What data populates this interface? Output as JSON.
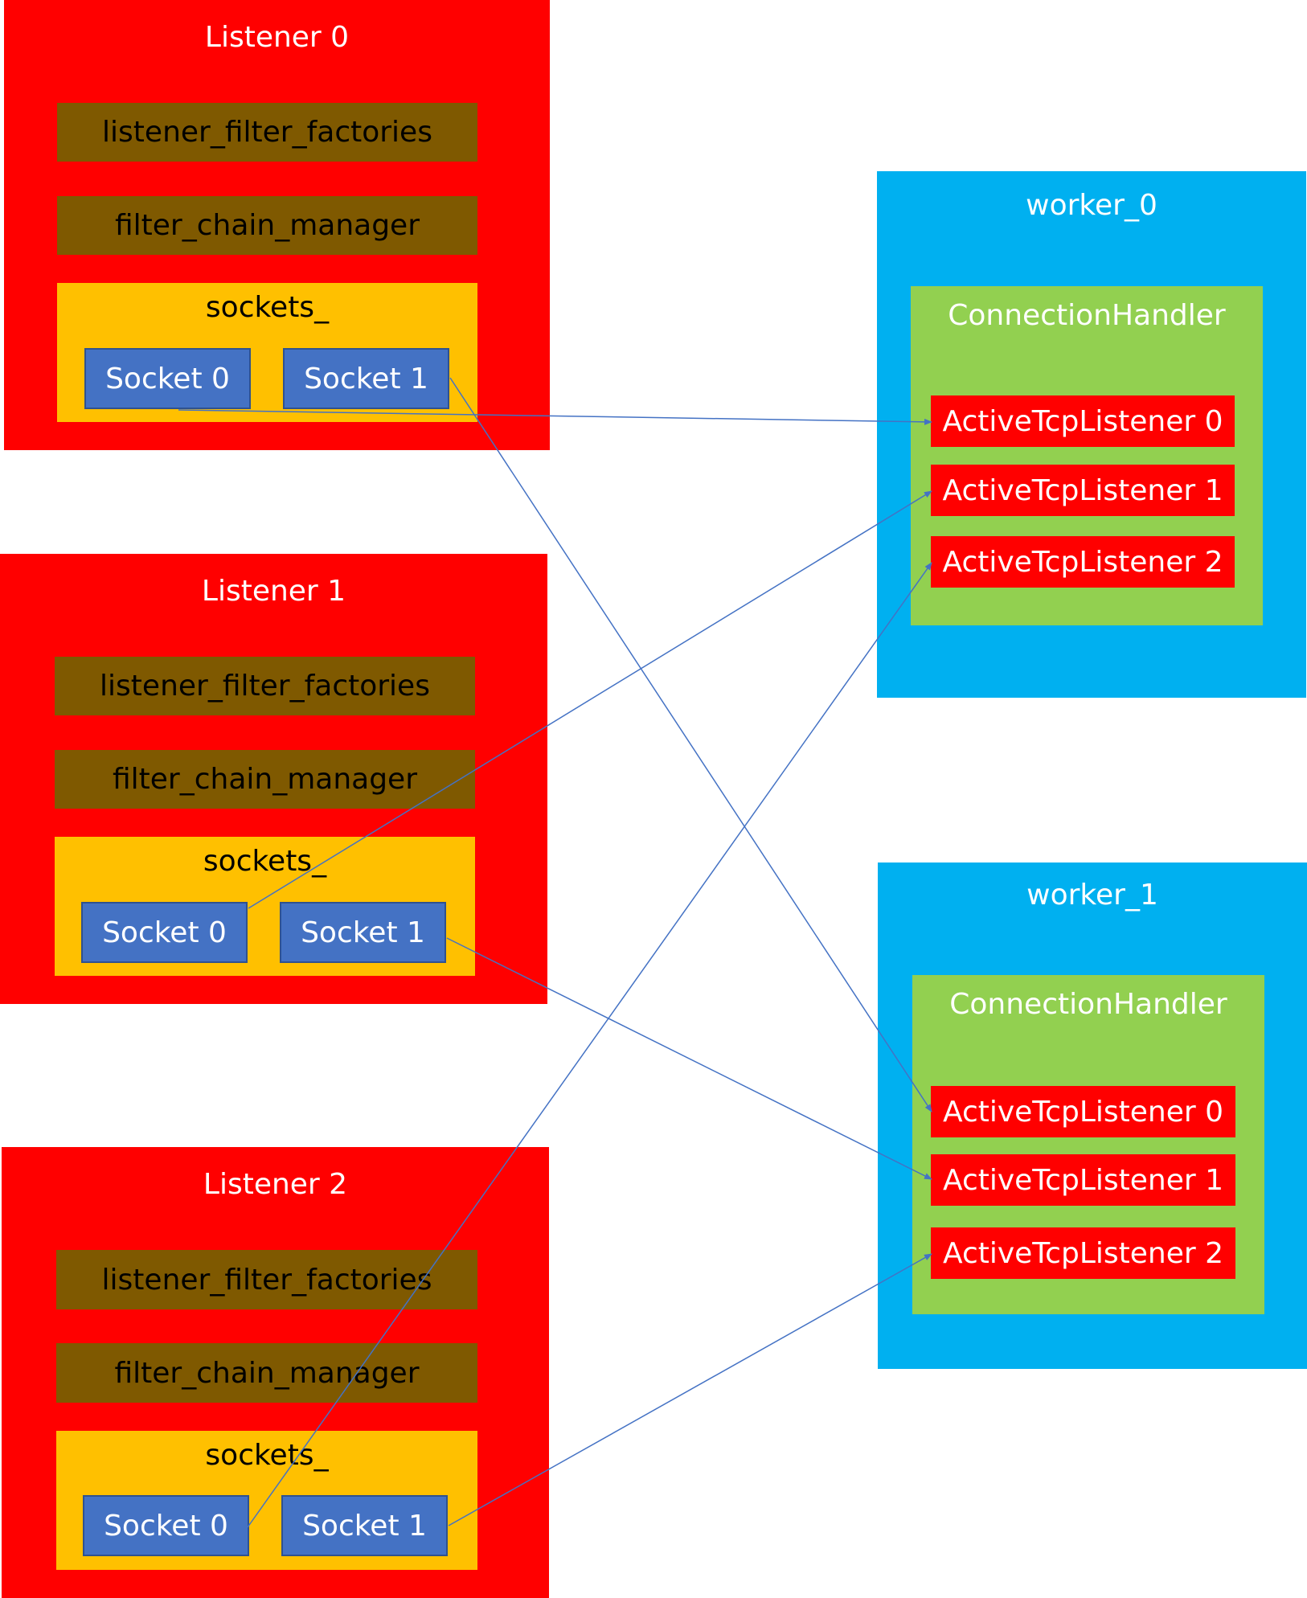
{
  "listeners": [
    {
      "title": "Listener 0",
      "filter_factories": "listener_filter_factories",
      "chain_manager": "filter_chain_manager",
      "sockets_label": "sockets_",
      "sockets": [
        "Socket 0",
        "Socket 1"
      ]
    },
    {
      "title": "Listener 1",
      "filter_factories": "listener_filter_factories",
      "chain_manager": "filter_chain_manager",
      "sockets_label": "sockets_",
      "sockets": [
        "Socket 0",
        "Socket 1"
      ]
    },
    {
      "title": "Listener 2",
      "filter_factories": "listener_filter_factories",
      "chain_manager": "filter_chain_manager",
      "sockets_label": "sockets_",
      "sockets": [
        "Socket 0",
        "Socket 1"
      ]
    }
  ],
  "workers": [
    {
      "title": "worker_0",
      "handler": "ConnectionHandler",
      "active_listeners": [
        "ActiveTcpListener 0",
        "ActiveTcpListener 1",
        "ActiveTcpListener 2"
      ]
    },
    {
      "title": "worker_1",
      "handler": "ConnectionHandler",
      "active_listeners": [
        "ActiveTcpListener 0",
        "ActiveTcpListener 1",
        "ActiveTcpListener 2"
      ]
    }
  ],
  "colors": {
    "listener": "#ff0000",
    "filter_box": "#7f5900",
    "sockets_box": "#ffc000",
    "socket": "#4472c4",
    "worker": "#00b0f0",
    "connection_handler": "#92d050",
    "active_listener": "#ff0000",
    "arrow": "#4472c4"
  },
  "connections": [
    {
      "from": "listener0-socket0",
      "to": "worker0-atl0"
    },
    {
      "from": "listener0-socket1",
      "to": "worker1-atl0"
    },
    {
      "from": "listener1-socket0",
      "to": "worker0-atl1"
    },
    {
      "from": "listener1-socket1",
      "to": "worker1-atl1"
    },
    {
      "from": "listener2-socket0",
      "to": "worker0-atl2"
    },
    {
      "from": "listener2-socket1",
      "to": "worker1-atl2"
    }
  ]
}
